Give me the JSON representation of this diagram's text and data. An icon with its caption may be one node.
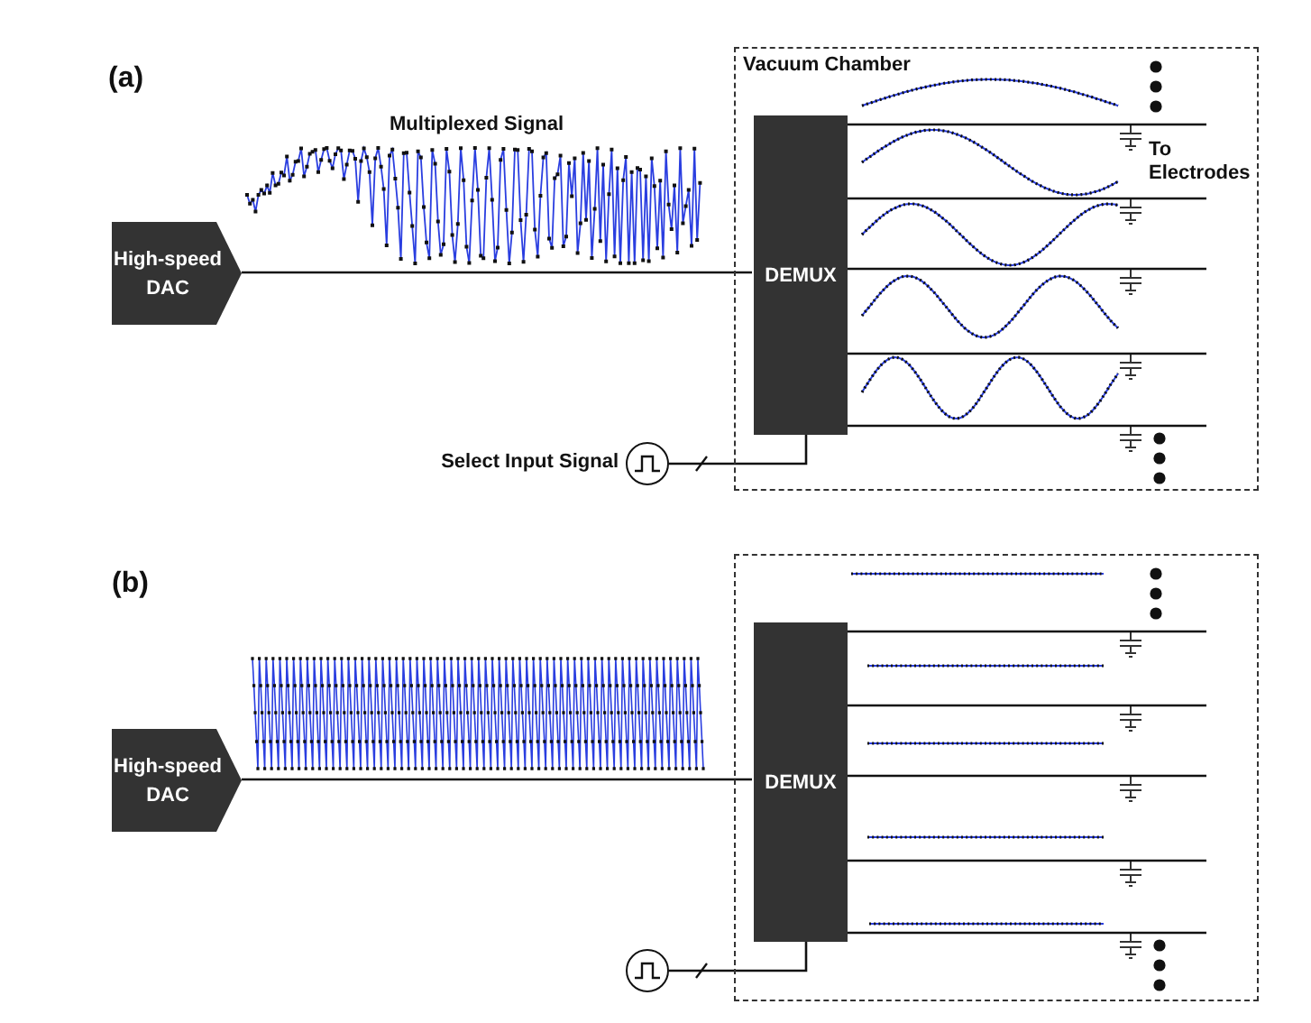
{
  "diagram": {
    "nodes": [
      {
        "text": [
          "High-speed DAC"
        ]
      },
      {
        "text": [
          "Vacuum Chamber"
        ]
      },
      {
        "text": [
          "DEMUX"
        ],
        "in": 1
      },
      {
        "text": [],
        "shape": "circle",
        "beside": [
          "Select Input Signal"
        ]
      },
      {
        "text": [
          "High-speed DAC"
        ]
      },
      {
        "text": [],
        "shape": "box"
      },
      {
        "text": [
          "DEMUX"
        ],
        "in": 5
      },
      {
        "text": [],
        "shape": "circle"
      }
    ],
    "edges": [
      {
        "from": 0,
        "to": 2,
        "arrow": "none"
      },
      {
        "from": 2,
        "to": null,
        "arrow": "none"
      },
      {
        "from": 2,
        "to": null,
        "arrow": "none"
      },
      {
        "from": 2,
        "to": null,
        "arrow": "none"
      },
      {
        "from": 2,
        "to": null,
        "arrow": "none"
      },
      {
        "from": 2,
        "to": null,
        "arrow": "none"
      },
      {
        "from": 3,
        "to": 2,
        "arrow": "none"
      },
      {
        "from": 4,
        "to": 6,
        "arrow": "none"
      },
      {
        "from": 6,
        "to": null,
        "arrow": "none"
      },
      {
        "from": 6,
        "to": null,
        "arrow": "none"
      },
      {
        "from": 6,
        "to": null,
        "arrow": "none"
      },
      {
        "from": 6,
        "to": null,
        "arrow": "none"
      },
      {
        "from": 6,
        "to": null,
        "arrow": "none"
      },
      {
        "from": 7,
        "to": 6,
        "arrow": "none"
      }
    ],
    "labels": [
      "(a)",
      "Multiplexed Signal",
      "To Electrodes",
      "(b)"
    ]
  }
}
